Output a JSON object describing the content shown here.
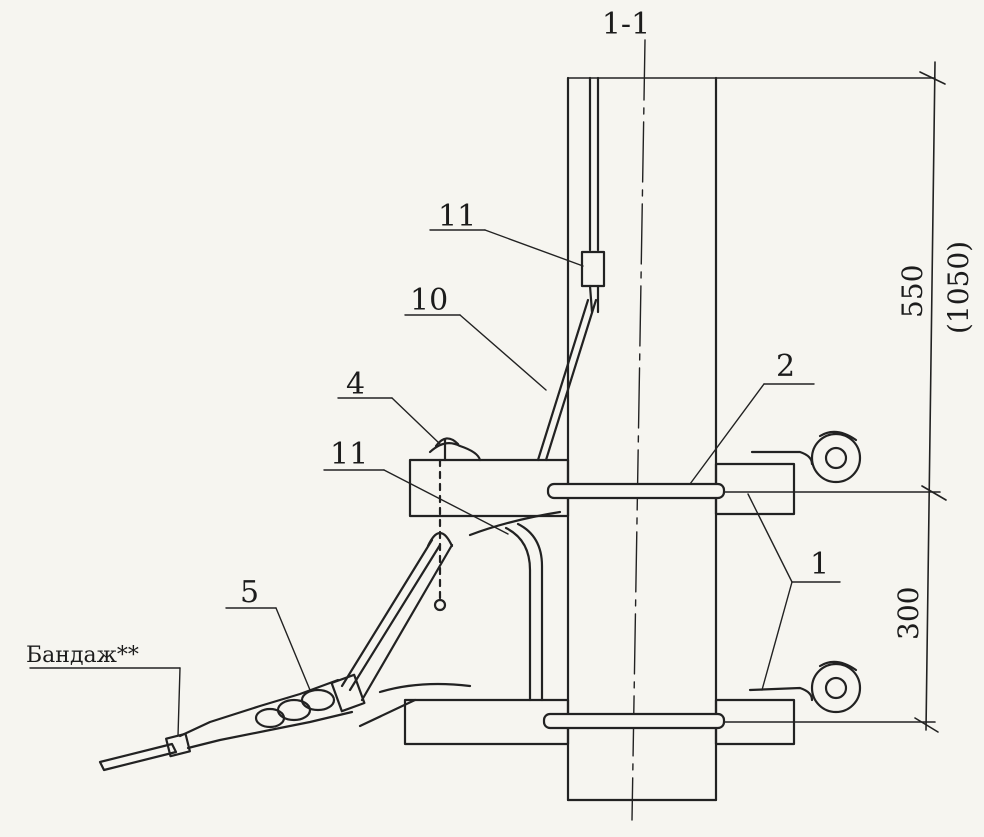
{
  "section_label": "1-1",
  "callouts": {
    "c11_top": "11",
    "c10": "10",
    "c4": "4",
    "c11_mid": "11",
    "c2": "2",
    "c1": "1",
    "c5": "5",
    "bandage": "Бандаж**"
  },
  "dimensions": {
    "upper": "550",
    "upper_alt": "(1050)",
    "lower": "300"
  }
}
